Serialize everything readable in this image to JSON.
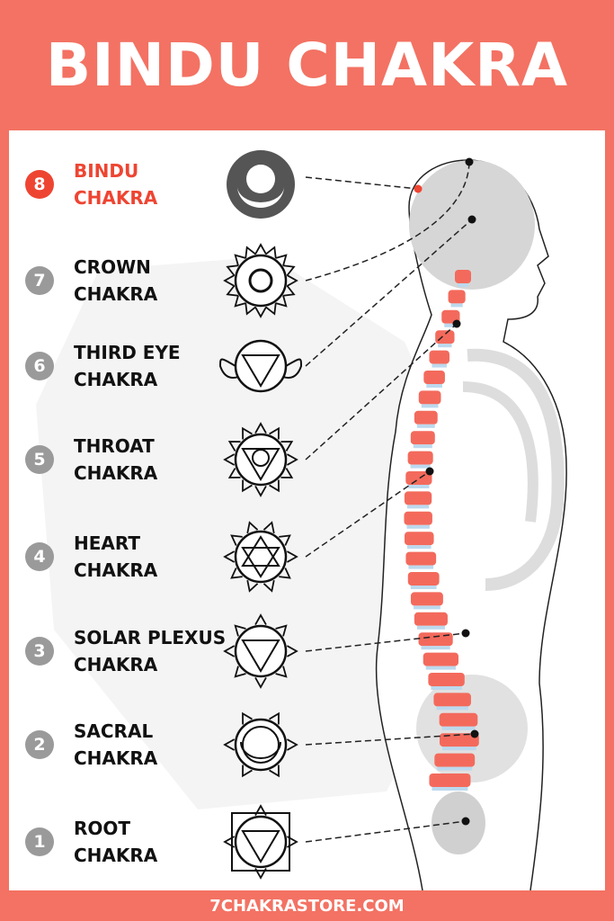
{
  "title": "BINDU CHAKRA",
  "footer": "7CHAKRASTORE.COM",
  "colors": {
    "accent": "#f37263",
    "highlight": "#ee4532",
    "spine": "#f36a5c"
  },
  "chakras": [
    {
      "num": "8",
      "line1": "BINDU",
      "line2": "CHAKRA",
      "highlight": true
    },
    {
      "num": "7",
      "line1": "CROWN",
      "line2": "CHAKRA"
    },
    {
      "num": "6",
      "line1": "THIRD EYE",
      "line2": "CHAKRA"
    },
    {
      "num": "5",
      "line1": "THROAT",
      "line2": "CHAKRA"
    },
    {
      "num": "4",
      "line1": "HEART",
      "line2": "CHAKRA"
    },
    {
      "num": "3",
      "line1": "SOLAR PLEXUS",
      "line2": "CHAKRA"
    },
    {
      "num": "2",
      "line1": "SACRAL",
      "line2": "CHAKRA"
    },
    {
      "num": "1",
      "line1": "ROOT",
      "line2": "CHAKRA"
    }
  ]
}
